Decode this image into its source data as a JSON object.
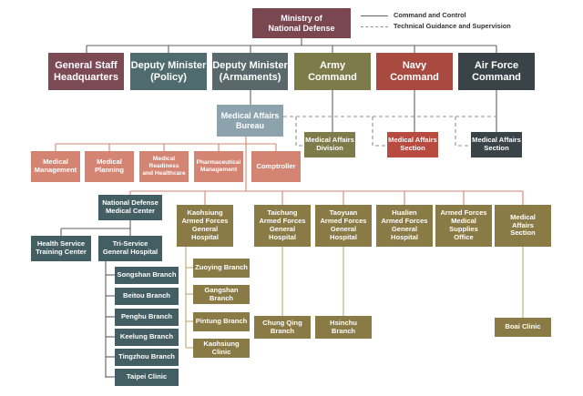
{
  "legend": {
    "command": "Command and Control",
    "technical": "Technical Guidance and Supervision"
  },
  "colors": {
    "ministry": "#7a4650",
    "maroon": "#7b4a55",
    "teal": "#4f6b6e",
    "slate": "#58686b",
    "olive": "#7d7b4a",
    "navy": "#a84a40",
    "airforce": "#3a4448",
    "bureau": "#8ca3ad",
    "salmon": "#d48472",
    "darkteal": "#445f63",
    "gold": "#8a7a45",
    "red_section": "#b84a40",
    "line_solid": "#606060",
    "line_dashed": "#909090",
    "line_salmon": "#d48472",
    "line_gold": "#b8a870"
  },
  "nodes": {
    "ministry": "Ministry of\nNational Defense",
    "general_staff": "General Staff\nHeadquarters",
    "dm_policy": "Deputy Minister\n(Policy)",
    "dm_armaments": "Deputy Minister\n(Armaments)",
    "army": "Army\nCommand",
    "navy": "Navy\nCommand",
    "airforce": "Air Force\nCommand",
    "bureau": "Medical Affairs\nBureau",
    "army_division": "Medical Affairs\nDivision",
    "navy_section": "Medical Affairs\nSection",
    "af_section": "Medical Affairs\nSection",
    "med_management": "Medical\nManagement",
    "med_planning": "Medical\nPlanning",
    "med_readiness": "Medical\nReadiness\nand Healthcare",
    "pharma": "Pharmaceutical\nManagement",
    "comptroller": "Comptroller",
    "ndmc": "National Defense\nMedical Center",
    "hstc": "Health Service\nTraining Center",
    "tsgh": "Tri-Service\nGeneral Hospital",
    "songshan": "Songshan Branch",
    "beitou": "Beitou Branch",
    "penghu": "Penghu Branch",
    "keelung": "Keelung Branch",
    "tingzhou": "Tingzhou Branch",
    "taipei_clinic": "Taipei Clinic",
    "kaohsiung": "Kaohsiung\nArmed Forces\nGeneral\nHospital",
    "zuoying": "Zuoying Branch",
    "gangshan": "Gangshan Branch",
    "pintung": "Pintung Branch",
    "kaohsiung_clinic": "Kaohsiung Clinic",
    "taichung": "Taichung\nArmed Forces\nGeneral\nHospital",
    "chungqing": "Chung Qing\nBranch",
    "taoyuan": "Taoyuan\nArmed Forces\nGeneral\nHospital",
    "hsinchu": "Hsinchu\nBranch",
    "hualien": "Hualien\nArmed Forces\nGeneral\nHospital",
    "supplies": "Armed Forces\nMedical\nSupplies\nOffice",
    "ma_section": "Medical\nAffairs\nSection",
    "boai": "Boai Clinic"
  }
}
